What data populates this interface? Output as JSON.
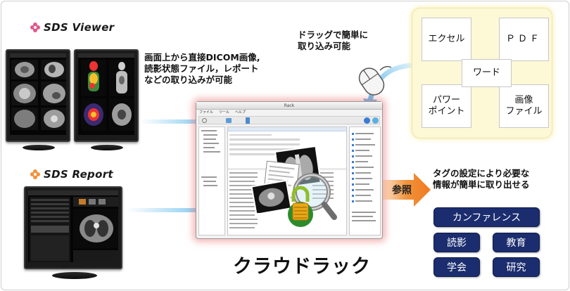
{
  "viewer": {
    "brand": "SDS Viewer",
    "desc": [
      "画面上から直接DICOM画像,",
      "読影状態ファイル，レポート",
      "などの取り込みが可能"
    ]
  },
  "report": {
    "brand": "SDS Report"
  },
  "drag": {
    "text": [
      "ドラッグで簡単に",
      "取り込み可能"
    ]
  },
  "files": {
    "excel": "エクセル",
    "pdf": "ＰＤＦ",
    "word": "ワード",
    "powerpoint": [
      "パワー",
      "ポイント"
    ],
    "image": [
      "画像",
      "ファイル"
    ]
  },
  "app_window": {
    "title": "Rack",
    "menu": [
      "ファイル",
      "ツール",
      "ヘルプ"
    ]
  },
  "ref_label": "参照",
  "tags_caption": [
    "タグの設定により必要な",
    "情報が簡単に取り出せる"
  ],
  "tags": [
    "カンファレンス",
    "読影",
    "教育",
    "学会",
    "研究"
  ],
  "product_name": "クラウドラック",
  "colors": {
    "accent_orange": "#f0923a",
    "arrow_blue": "#5bb8ea",
    "tag_navy": "#1b2d6e",
    "file_panel_bg": "#fdf8d6",
    "app_glow": "#eb7878"
  }
}
